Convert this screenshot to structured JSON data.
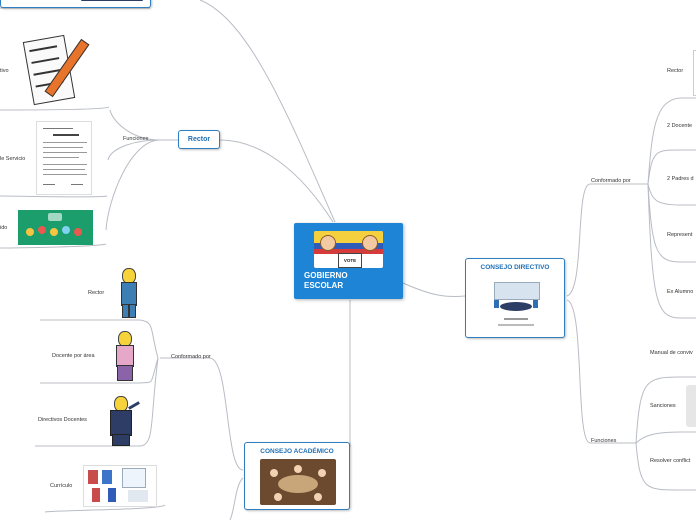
{
  "central": {
    "title": "GOBIERNO ESCOLAR",
    "image_label": "VOTE"
  },
  "consejo_directivo": {
    "title": "CONSEJO DIRECTIVO",
    "conformado_label": "Conformado por",
    "members": [
      "Rector",
      "2 Docente",
      "2 Padres d",
      "Represent",
      "Ex Alumno"
    ],
    "funciones_label": "Funciones",
    "funciones": [
      "Manual de conviv",
      "Sanciones",
      "Resolver conflict"
    ]
  },
  "rector": {
    "title": "Rector",
    "funciones_label": "Funciones",
    "items": [
      "tivo",
      "le Servicio",
      "ido"
    ]
  },
  "consejo_academico": {
    "title": "CONSEJO  ACADÉMICO",
    "conformado_label": "Conformado por",
    "members": [
      "Rector",
      "Docente por área",
      "Directivos Docentes"
    ],
    "next_item": "Currículo"
  },
  "colors": {
    "line": "#b8bcc4",
    "node_border": "#2e7fc2",
    "central_bg": "#1e84d6",
    "title_text": "#1f6fb5"
  }
}
